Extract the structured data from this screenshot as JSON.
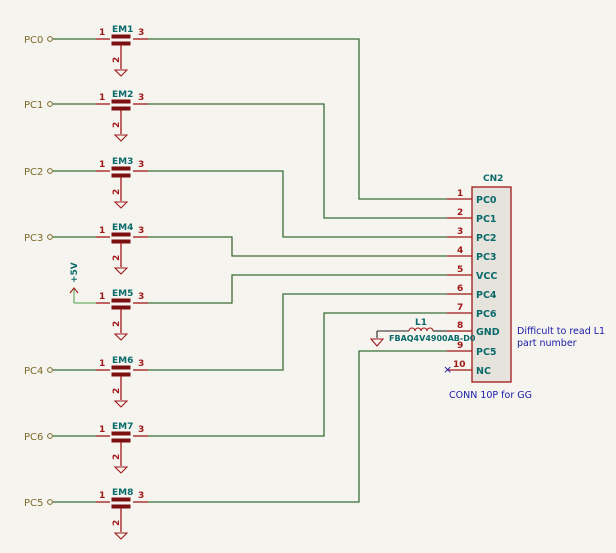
{
  "schematic": {
    "filters": [
      {
        "ref": "EM1",
        "net": "PC0",
        "pin_left": "1",
        "pin_right": "3",
        "pin_bottom": "2",
        "connector_pin": "1"
      },
      {
        "ref": "EM2",
        "net": "PC1",
        "pin_left": "1",
        "pin_right": "3",
        "pin_bottom": "2",
        "connector_pin": "2"
      },
      {
        "ref": "EM3",
        "net": "PC2",
        "pin_left": "1",
        "pin_right": "3",
        "pin_bottom": "2",
        "connector_pin": "3"
      },
      {
        "ref": "EM4",
        "net": "PC3",
        "pin_left": "1",
        "pin_right": "3",
        "pin_bottom": "2",
        "connector_pin": "4"
      },
      {
        "ref": "EM5",
        "net": "+5V",
        "pin_left": "1",
        "pin_right": "3",
        "pin_bottom": "2",
        "connector_pin": "5"
      },
      {
        "ref": "EM6",
        "net": "PC4",
        "pin_left": "1",
        "pin_right": "3",
        "pin_bottom": "2",
        "connector_pin": "6"
      },
      {
        "ref": "EM7",
        "net": "PC6",
        "pin_left": "1",
        "pin_right": "3",
        "pin_bottom": "2",
        "connector_pin": "7"
      },
      {
        "ref": "EM8",
        "net": "PC5",
        "pin_left": "1",
        "pin_right": "3",
        "pin_bottom": "2",
        "connector_pin": "9"
      }
    ],
    "power_label": "+5V",
    "connector": {
      "ref": "CN2",
      "value": "CONN 10P for GG",
      "pins": [
        {
          "num": "1",
          "name": "PC0"
        },
        {
          "num": "2",
          "name": "PC1"
        },
        {
          "num": "3",
          "name": "PC2"
        },
        {
          "num": "4",
          "name": "PC3"
        },
        {
          "num": "5",
          "name": "VCC"
        },
        {
          "num": "6",
          "name": "PC4"
        },
        {
          "num": "7",
          "name": "PC6"
        },
        {
          "num": "8",
          "name": "GND"
        },
        {
          "num": "9",
          "name": "PC5"
        },
        {
          "num": "10",
          "name": "NC"
        }
      ]
    },
    "inductor": {
      "ref": "L1",
      "value": "FBAQ4V4900AB-D0"
    },
    "note_line1": "Difficult to read L1",
    "note_line2": "part number",
    "colors": {
      "wire": "#3a6e37",
      "pin": "#a01818",
      "ref": "#0a6a6a",
      "label": "#7c6a2a",
      "note": "#1a1aa8",
      "background": "#f5f4ef"
    }
  }
}
